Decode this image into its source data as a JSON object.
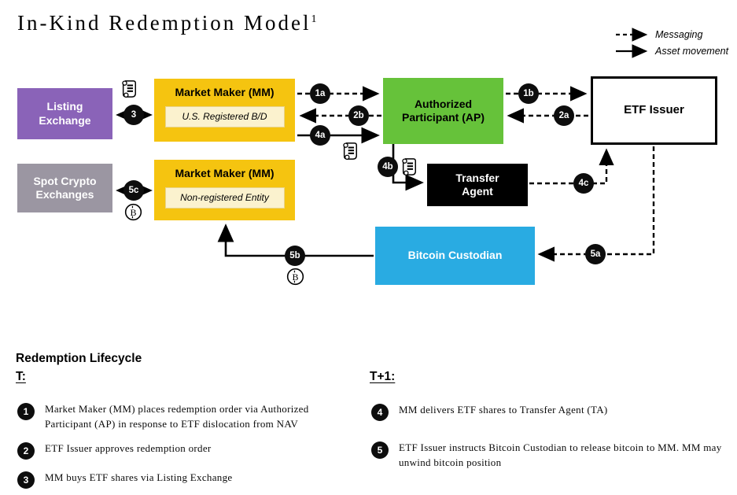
{
  "title": {
    "text": "In-Kind Redemption Model",
    "sup": "1"
  },
  "legend": {
    "messaging": "Messaging",
    "asset": "Asset movement"
  },
  "colors": {
    "listing_exchange": "#8A63B8",
    "market_maker": "#F5C410",
    "market_maker_subbox": "#FBF2CE",
    "authorized_participant": "#66C23A",
    "etf_issuer": "#FFFFFF",
    "spot_crypto": "#9B96A2",
    "transfer_agent": "#000000",
    "bitcoin_custodian": "#29ABE2",
    "badge": "#0D0D0D"
  },
  "nodes": {
    "listing_exchange": {
      "label": "Listing Exchange"
    },
    "mm_top": {
      "title": "Market Maker (MM)",
      "subtitle": "U.S. Registered B/D"
    },
    "ap": {
      "label": "Authorized Participant (AP)"
    },
    "etf_issuer": {
      "label": "ETF Issuer"
    },
    "spot_crypto": {
      "label": "Spot Crypto Exchanges"
    },
    "mm_bottom": {
      "title": "Market Maker (MM)",
      "subtitle": "Non-registered Entity"
    },
    "transfer_agent": {
      "label": "Transfer Agent"
    },
    "bitcoin_custodian": {
      "label": "Bitcoin Custodian"
    }
  },
  "connectors": {
    "c1a": "1a",
    "c1b": "1b",
    "c2a": "2a",
    "c2b": "2b",
    "c3": "3",
    "c4a": "4a",
    "c4b": "4b",
    "c4c": "4c",
    "c5a": "5a",
    "c5b": "5b",
    "c5c": "5c"
  },
  "icons": {
    "scroll": "scroll-certificate",
    "bitcoin": "circled-bitcoin",
    "bitcoin_glyph": "B"
  },
  "lifecycle": {
    "heading": "Redemption Lifecycle",
    "col_t": {
      "heading": "T:",
      "steps": [
        {
          "num": "1",
          "text": "Market Maker (MM) places redemption order via Authorized Participant (AP) in response to ETF dislocation from NAV"
        },
        {
          "num": "2",
          "text": "ETF Issuer approves redemption order"
        },
        {
          "num": "3",
          "text": "MM buys ETF shares via Listing Exchange"
        }
      ]
    },
    "col_t1": {
      "heading": "T+1:",
      "steps": [
        {
          "num": "4",
          "text": "MM delivers ETF shares to Transfer Agent (TA)"
        },
        {
          "num": "5",
          "text": "ETF Issuer instructs Bitcoin Custodian to release bitcoin to MM. MM may unwind bitcoin position"
        }
      ]
    }
  }
}
